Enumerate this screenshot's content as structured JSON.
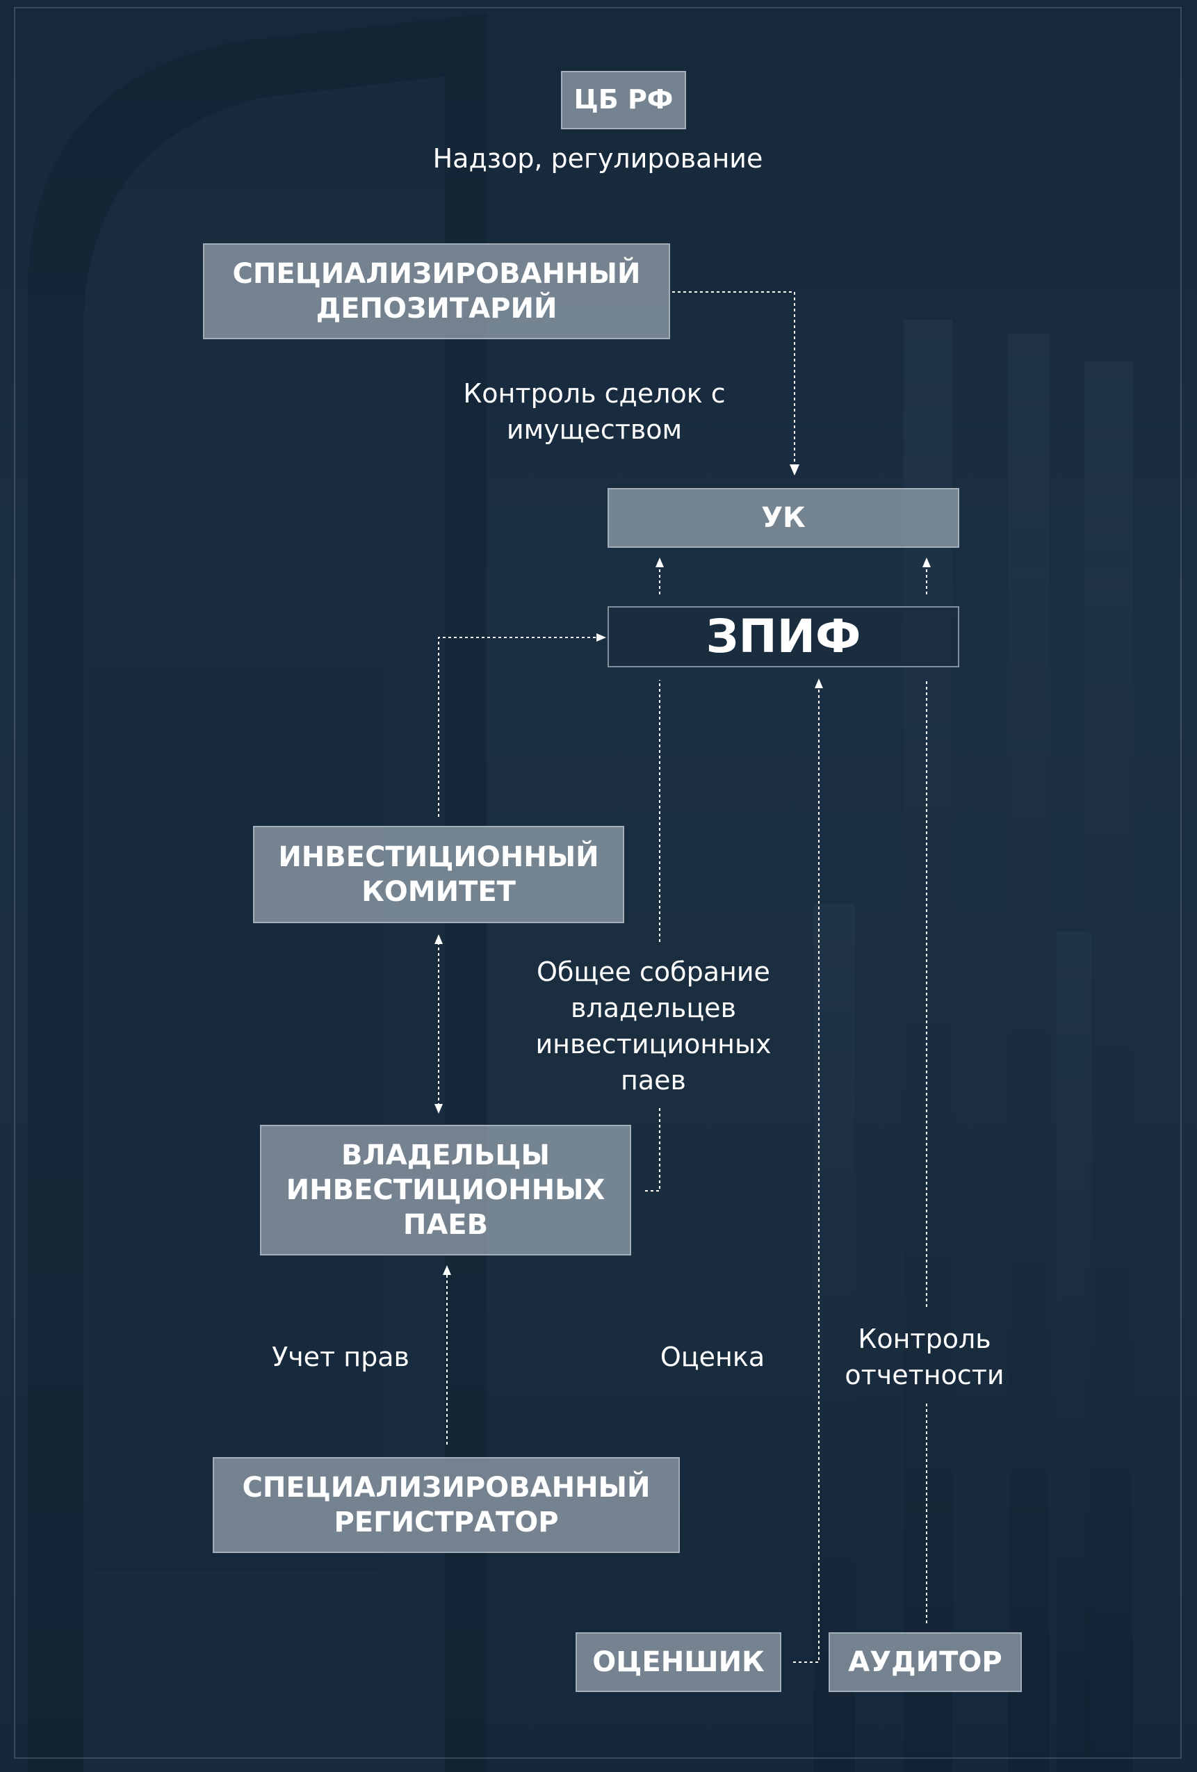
{
  "nodes": {
    "cb": "ЦБ РФ",
    "depositary": "СПЕЦИАЛИЗИРОВАННЫЙ ДЕПОЗИТАРИЙ",
    "uk": "УК",
    "zpif": "ЗПИФ",
    "committee": "ИНВЕСТИЦИОННЫЙ КОМИТЕТ",
    "owners": "ВЛАДЕЛЬЦЫ ИНВЕСТИЦИОННЫХ ПАЕВ",
    "registrar": "СПЕЦИАЛИЗИРОВАННЫЙ РЕГИСТРАТОР",
    "appraiser": "ОЦЕНШИК",
    "auditor": "АУДИТОР"
  },
  "labels": {
    "supervision": "Надзор, регулирование",
    "deals_control": "Контроль сделок с имуществом",
    "general_meeting": "Общее собрание владельцев инвестиционных паев",
    "rights_accounting": "Учет прав",
    "valuation": "Оценка",
    "reporting_control": "Контроль отчетности"
  },
  "colors": {
    "background": "#1b2f42",
    "box_fill": "#8a97a3",
    "line": "#ffffff"
  }
}
